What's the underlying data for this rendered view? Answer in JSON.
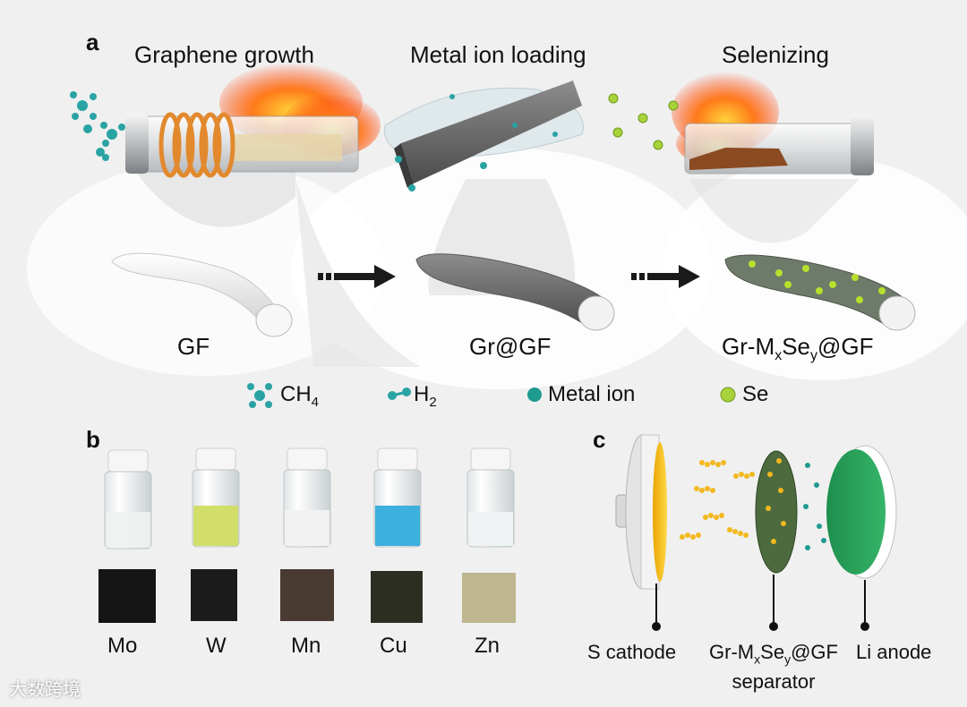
{
  "panel_a": {
    "letter": "a",
    "steps": [
      "Graphene growth",
      "Metal ion loading",
      "Selenizing"
    ],
    "materials": [
      "GF",
      "Gr@GF"
    ],
    "material3": {
      "pre": "Gr-M",
      "sub1": "x",
      "mid": "Se",
      "sub2": "y",
      "post": "@GF"
    }
  },
  "legend": {
    "ch4": {
      "main": "CH",
      "sub": "4"
    },
    "h2": {
      "main": "H",
      "sub": "2"
    },
    "metal_ion": "Metal ion",
    "se": "Se"
  },
  "panel_b": {
    "letter": "b",
    "metals": [
      "Mo",
      "W",
      "Mn",
      "Cu",
      "Zn"
    ]
  },
  "panel_c": {
    "letter": "c",
    "cathode": "S cathode",
    "separator": {
      "pre": "Gr-M",
      "sub1": "x",
      "mid": "Se",
      "sub2": "y",
      "post": "@GF",
      "line2": "separator"
    },
    "anode": "Li anode"
  },
  "watermark": "大数跨境",
  "colors": {
    "metal_ion": "#1f9a8f",
    "se": "#a8d23a",
    "ch4_h2": "#2aa3a3",
    "cu_solution": "#3cb0de",
    "w_solution": "#d2de6a",
    "li_anode": "#2ea35f",
    "s_cathode": "#f2c12e"
  }
}
